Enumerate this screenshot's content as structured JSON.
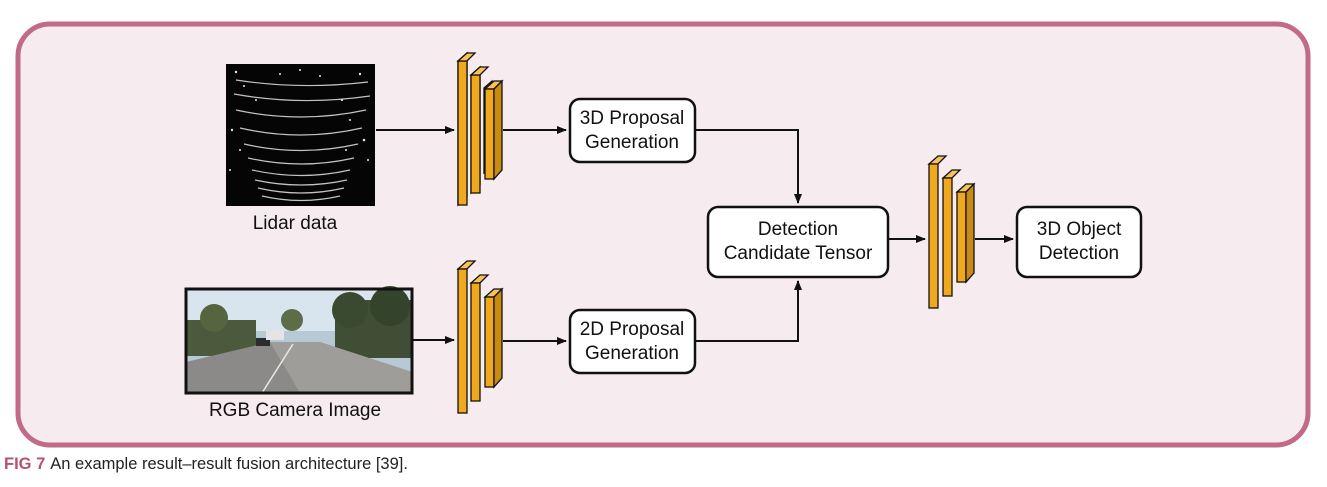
{
  "lidar_label": "Lidar data",
  "camera_label": "RGB Camera Image",
  "proposal_3d": [
    "3D Proposal",
    "Generation"
  ],
  "proposal_2d": [
    "2D Proposal",
    "Generation"
  ],
  "candidate": [
    "Detection",
    "Candidate Tensor"
  ],
  "output": [
    "3D Object",
    "Detection"
  ],
  "caption": {
    "figure_label": "FIG 7",
    "text": "An example result–result fusion architecture [39]."
  },
  "colors": {
    "frame_border": "#c26b86",
    "frame_fill": "#f6ebee",
    "cnn_block": "#f0a81e",
    "caption_accent": "#b5536f"
  }
}
